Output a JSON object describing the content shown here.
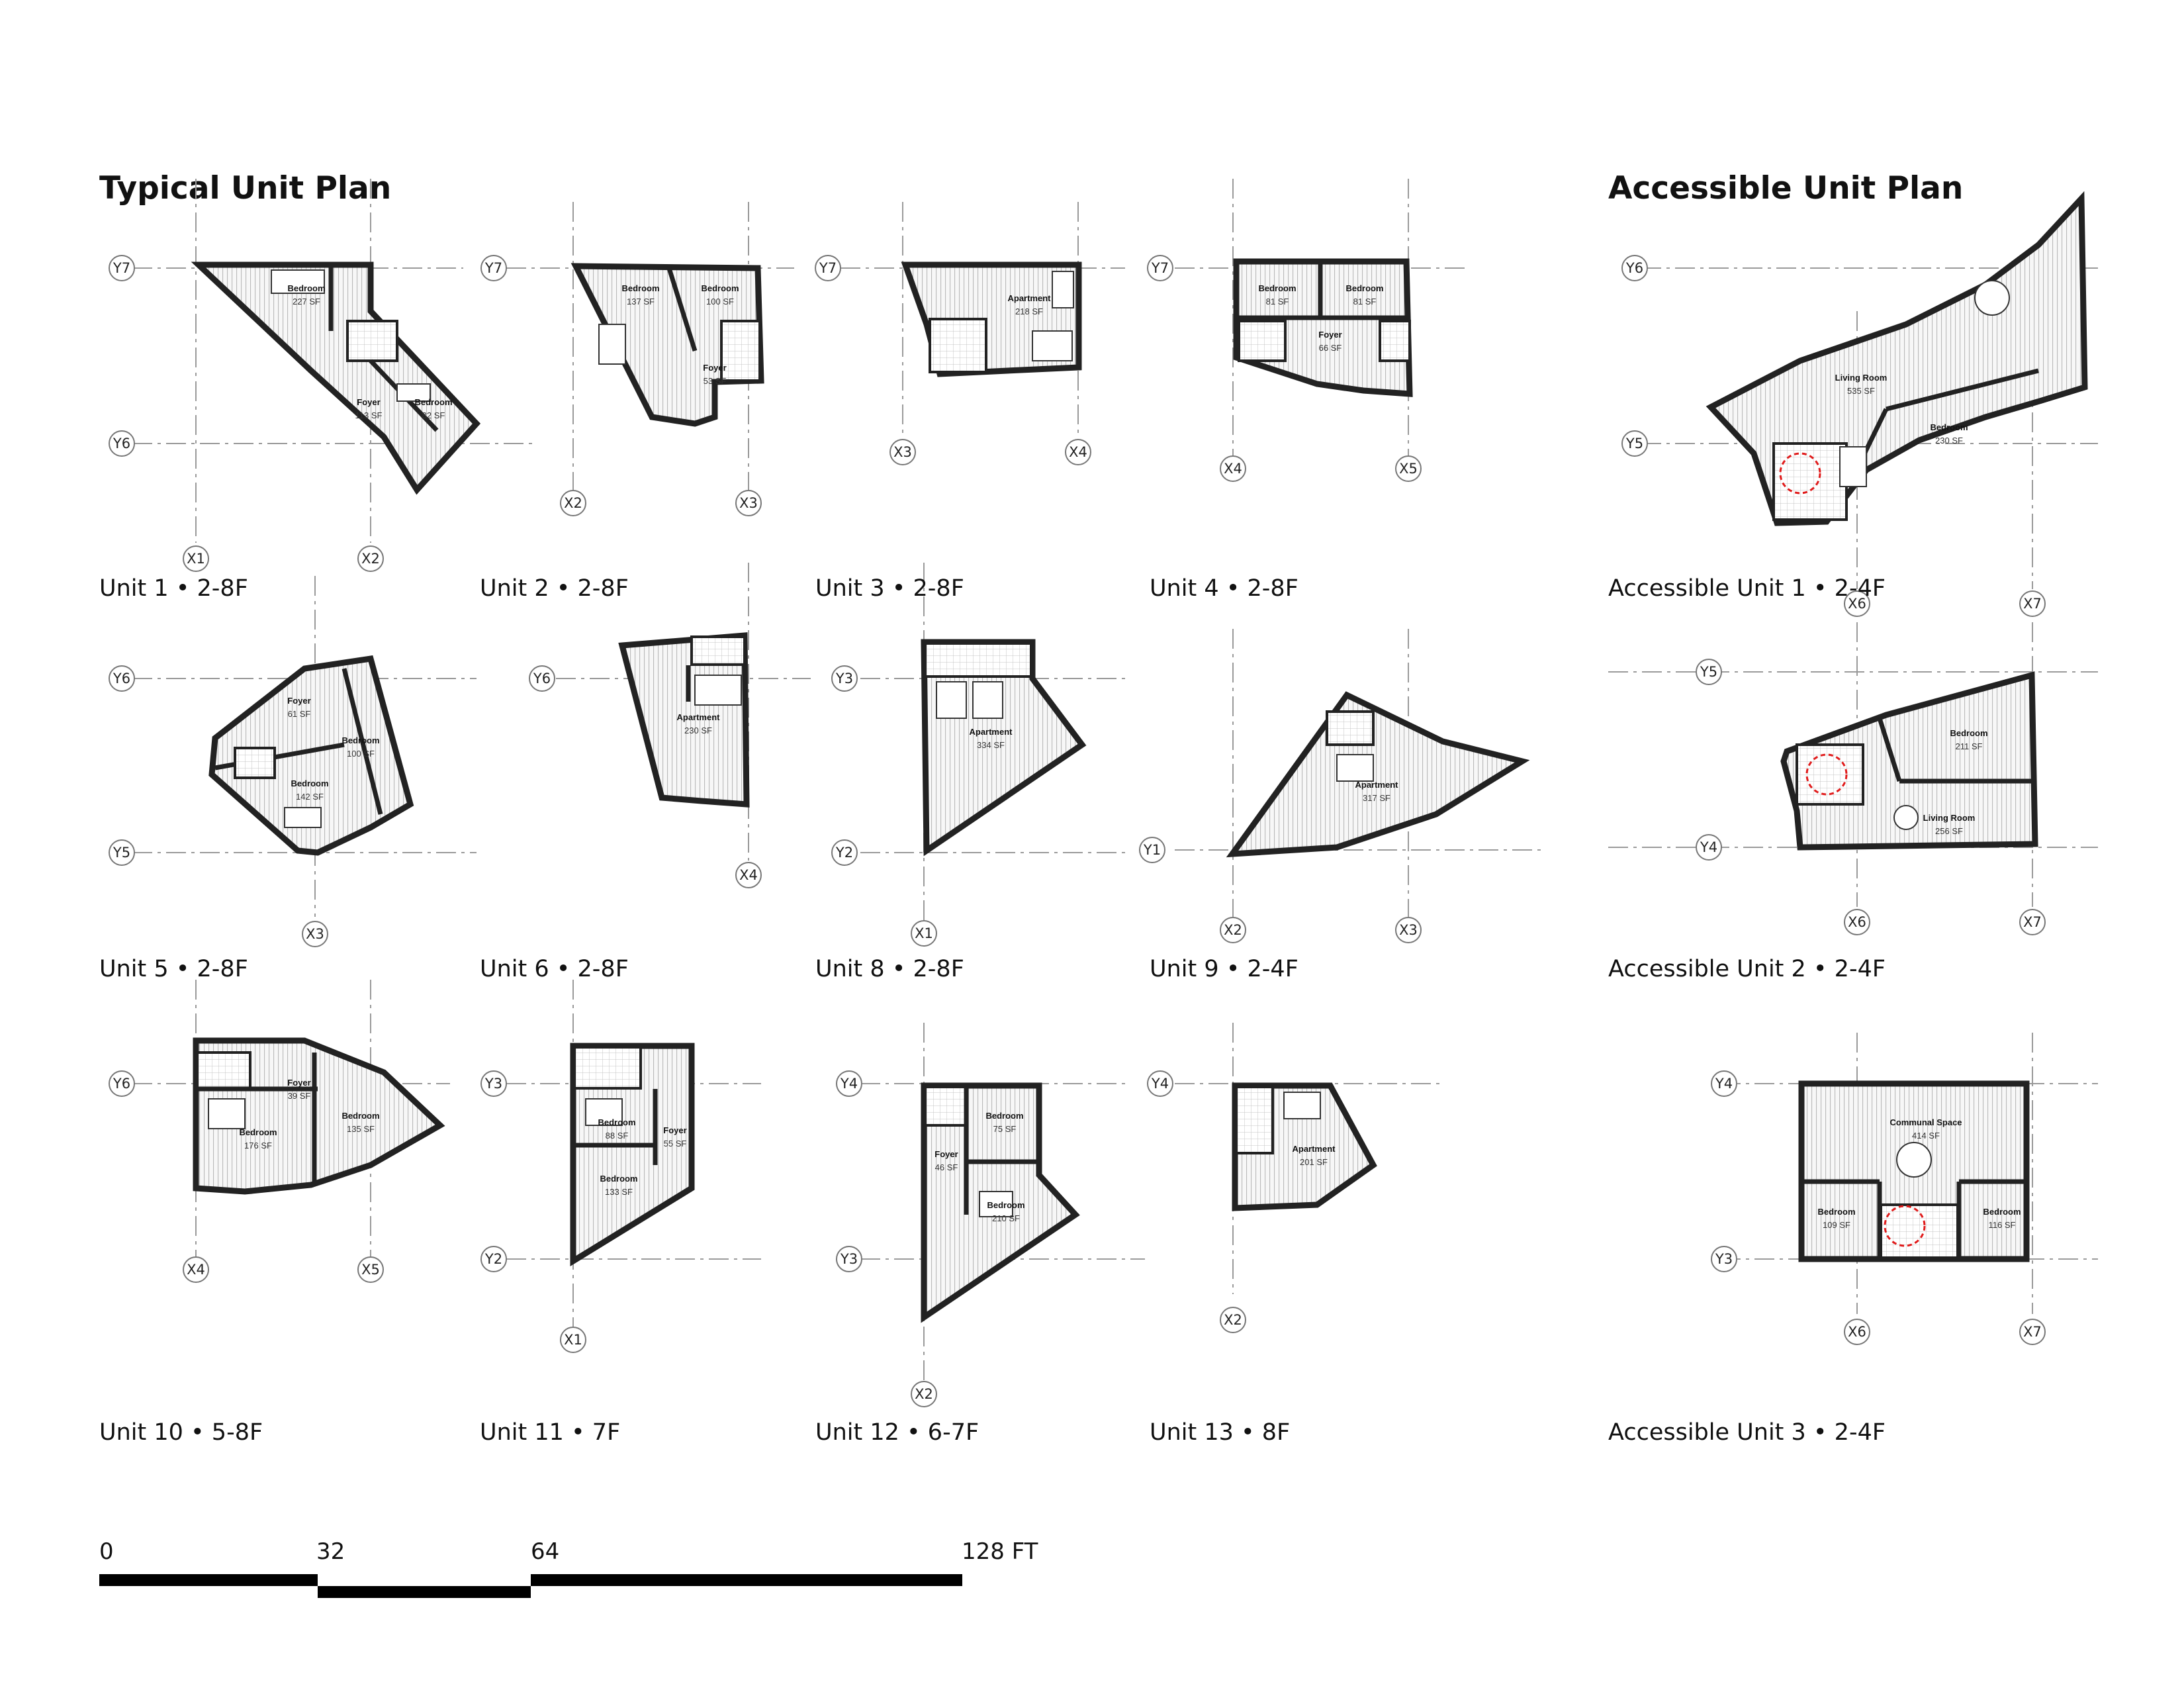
{
  "titles": {
    "typical": "Typical Unit Plan",
    "accessible": "Accessible Unit Plan"
  },
  "colors": {
    "wall": "#222222",
    "grid": "#9a9a9a",
    "turning_circle": "#e01b1b"
  },
  "units": [
    {
      "id": "u1",
      "caption": "Unit 1 • 2-8F",
      "grid": [
        "Y7",
        "Y6",
        "X1",
        "X2"
      ],
      "rooms": [
        {
          "name": "Bedroom",
          "area": "227 SF"
        },
        {
          "name": "Foyer",
          "area": "113 SF"
        },
        {
          "name": "Bedroom",
          "area": "82 SF"
        }
      ]
    },
    {
      "id": "u2",
      "caption": "Unit 2 • 2-8F",
      "grid": [
        "Y7",
        "X2",
        "X3"
      ],
      "rooms": [
        {
          "name": "Bedroom",
          "area": "137 SF"
        },
        {
          "name": "Bedroom",
          "area": "100 SF"
        },
        {
          "name": "Foyer",
          "area": "53 SF"
        }
      ]
    },
    {
      "id": "u3",
      "caption": "Unit 3 • 2-8F",
      "grid": [
        "Y7",
        "X3",
        "X4"
      ],
      "rooms": [
        {
          "name": "Apartment",
          "area": "218 SF"
        }
      ]
    },
    {
      "id": "u4",
      "caption": "Unit 4 • 2-8F",
      "grid": [
        "Y7",
        "X4",
        "X5"
      ],
      "rooms": [
        {
          "name": "Bedroom",
          "area": "81 SF"
        },
        {
          "name": "Bedroom",
          "area": "81 SF"
        },
        {
          "name": "Foyer",
          "area": "66 SF"
        }
      ]
    },
    {
      "id": "u5",
      "caption": "Unit 5 • 2-8F",
      "grid": [
        "Y6",
        "Y5",
        "X3"
      ],
      "rooms": [
        {
          "name": "Foyer",
          "area": "61 SF"
        },
        {
          "name": "Bedroom",
          "area": "100 SF"
        },
        {
          "name": "Bedroom",
          "area": "142 SF"
        }
      ]
    },
    {
      "id": "u6",
      "caption": "Unit 6 • 2-8F",
      "grid": [
        "Y6",
        "X4"
      ],
      "rooms": [
        {
          "name": "Apartment",
          "area": "230 SF"
        }
      ]
    },
    {
      "id": "u8",
      "caption": "Unit 8 • 2-8F",
      "grid": [
        "Y3",
        "Y2",
        "X1"
      ],
      "rooms": [
        {
          "name": "Apartment",
          "area": "334 SF"
        }
      ]
    },
    {
      "id": "u9",
      "caption": "Unit 9 • 2-4F",
      "grid": [
        "Y1",
        "X2",
        "X3"
      ],
      "rooms": [
        {
          "name": "Apartment",
          "area": "317 SF"
        }
      ]
    },
    {
      "id": "u10",
      "caption": "Unit 10 • 5-8F",
      "grid": [
        "Y6",
        "X4",
        "X5"
      ],
      "rooms": [
        {
          "name": "Foyer",
          "area": "39 SF"
        },
        {
          "name": "Bedroom",
          "area": "135 SF"
        },
        {
          "name": "Bedroom",
          "area": "176 SF"
        }
      ]
    },
    {
      "id": "u11",
      "caption": "Unit 11 • 7F",
      "grid": [
        "Y3",
        "Y2",
        "X1"
      ],
      "rooms": [
        {
          "name": "Bedroom",
          "area": "88 SF"
        },
        {
          "name": "Foyer",
          "area": "55 SF"
        },
        {
          "name": "Bedroom",
          "area": "133 SF"
        }
      ]
    },
    {
      "id": "u12",
      "caption": "Unit 12 • 6-7F",
      "grid": [
        "Y4",
        "Y3",
        "X2"
      ],
      "rooms": [
        {
          "name": "Bedroom",
          "area": "75 SF"
        },
        {
          "name": "Foyer",
          "area": "46 SF"
        },
        {
          "name": "Bedroom",
          "area": "210 SF"
        }
      ]
    },
    {
      "id": "u13",
      "caption": "Unit 13 • 8F",
      "grid": [
        "Y4",
        "X2"
      ],
      "rooms": [
        {
          "name": "Apartment",
          "area": "201 SF"
        }
      ]
    },
    {
      "id": "a1",
      "caption": "Accessible Unit 1 • 2-4F",
      "grid": [
        "Y6",
        "Y5",
        "X6",
        "X7"
      ],
      "rooms": [
        {
          "name": "Living Room",
          "area": "535 SF"
        },
        {
          "name": "Bedroom",
          "area": "230 SF"
        }
      ]
    },
    {
      "id": "a2",
      "caption": "Accessible Unit 2 • 2-4F",
      "grid": [
        "Y5",
        "Y4",
        "X6",
        "X7"
      ],
      "rooms": [
        {
          "name": "Bedroom",
          "area": "211 SF"
        },
        {
          "name": "Living Room",
          "area": "256 SF"
        }
      ]
    },
    {
      "id": "a3",
      "caption": "Accessible Unit 3 • 2-4F",
      "grid": [
        "Y4",
        "Y3",
        "X6",
        "X7"
      ],
      "rooms": [
        {
          "name": "Communal Space",
          "area": "414 SF"
        },
        {
          "name": "Bedroom",
          "area": "109 SF"
        },
        {
          "name": "Bedroom",
          "area": "116 SF"
        }
      ]
    }
  ],
  "scale_bar": {
    "labels": [
      "0",
      "32",
      "64",
      "128 FT"
    ]
  }
}
